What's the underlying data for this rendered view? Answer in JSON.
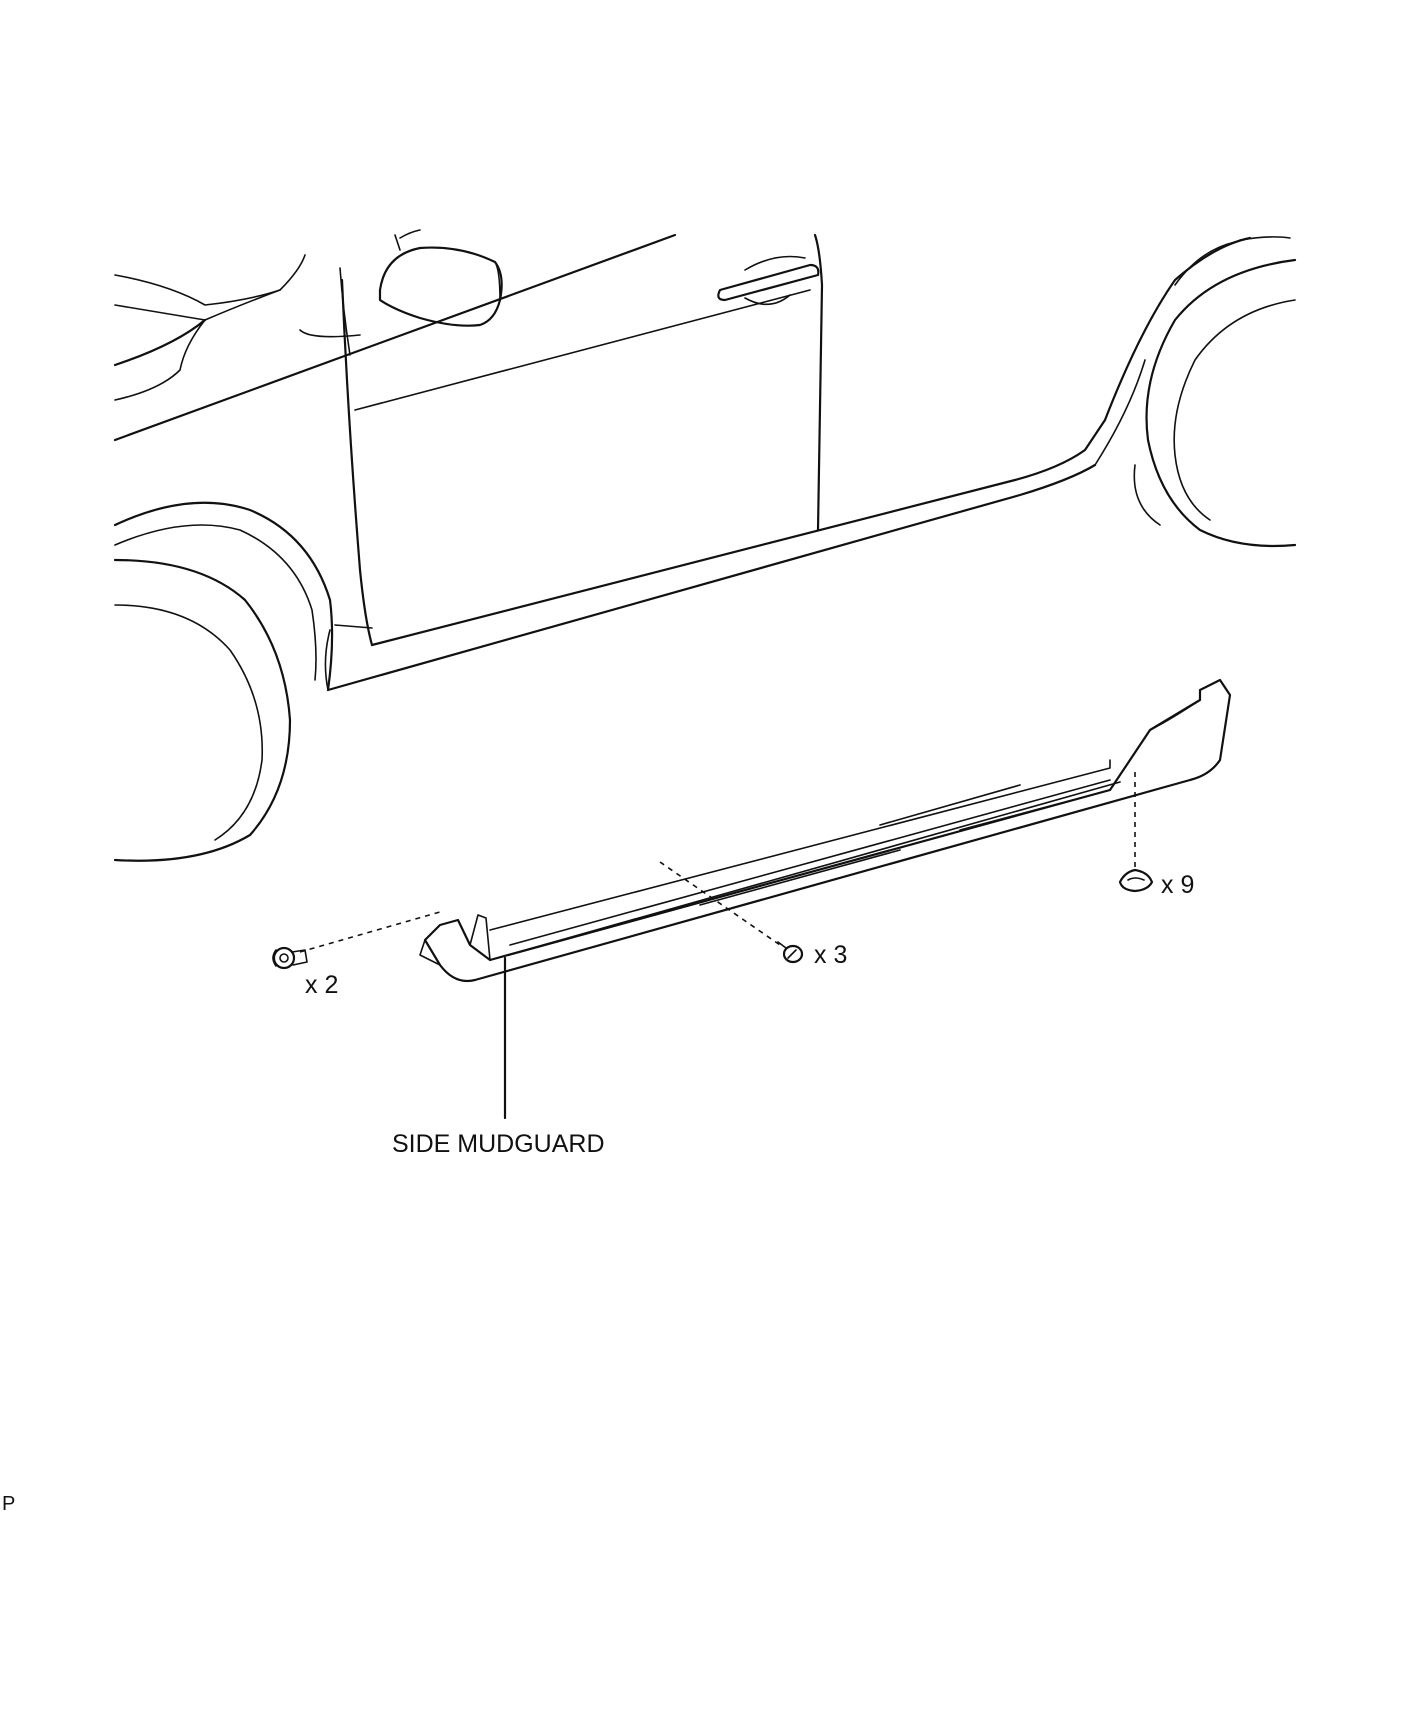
{
  "labels": {
    "part_name": "SIDE MUDGUARD",
    "clip_qty": "x 2",
    "screw_qty": "x 3",
    "nut_qty": "x 9",
    "corner_mark": "P"
  },
  "icons": [
    "clip-icon",
    "screw-icon",
    "nut-icon"
  ],
  "colors": {
    "ink": "#111111",
    "background": "#ffffff"
  }
}
